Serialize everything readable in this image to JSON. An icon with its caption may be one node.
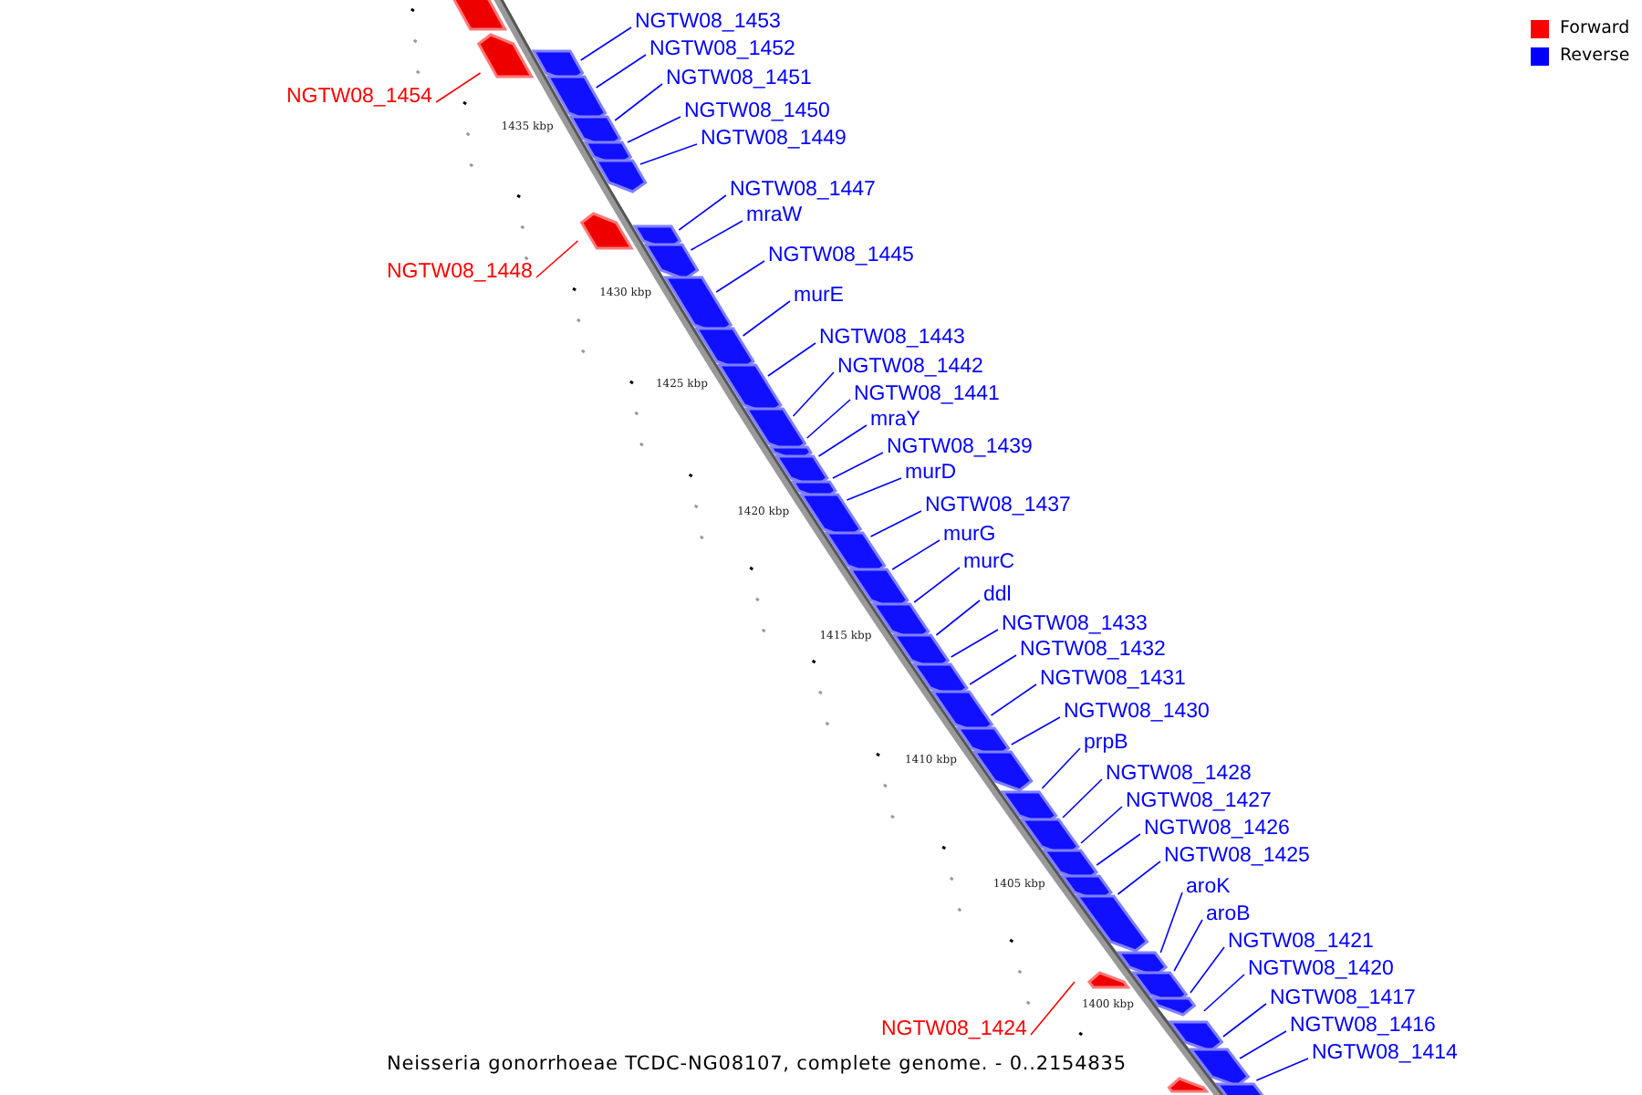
{
  "diagram": {
    "caption": "Neisseria gonorrhoeae TCDC-NG08107, complete genome. - 0..2154835",
    "nodes": [
      {
        "text": [
          "NGTW08_1453"
        ]
      },
      {
        "text": [
          "NGTW08_1452"
        ]
      },
      {
        "text": [
          "NGTW08_1451"
        ]
      },
      {
        "text": [
          "NGTW08_1454"
        ]
      },
      {
        "text": [
          "NGTW08_1450"
        ]
      },
      {
        "text": [
          "NGTW08_1449"
        ]
      },
      {
        "text": [
          "NGTW08_1447"
        ]
      },
      {
        "text": [
          "mraW"
        ]
      },
      {
        "text": [
          "NGTW08_1448"
        ]
      },
      {
        "text": [
          "NGTW08_1445"
        ]
      },
      {
        "text": [
          "murE"
        ]
      },
      {
        "text": [
          "NGTW08_1443"
        ]
      },
      {
        "text": [
          "NGTW08_1442"
        ]
      },
      {
        "text": [
          "NGTW08_1441"
        ]
      },
      {
        "text": [
          "mraY"
        ]
      },
      {
        "text": [
          "NGTW08_1439"
        ]
      },
      {
        "text": [
          "murD"
        ]
      },
      {
        "text": [
          "NGTW08_1437"
        ]
      },
      {
        "text": [
          "murG"
        ]
      },
      {
        "text": [
          "murC"
        ]
      },
      {
        "text": [
          "ddl"
        ]
      },
      {
        "text": [
          "NGTW08_1433"
        ]
      },
      {
        "text": [
          "NGTW08_1432"
        ]
      },
      {
        "text": [
          "NGTW08_1431"
        ]
      },
      {
        "text": [
          "NGTW08_1430"
        ]
      },
      {
        "text": [
          "prpB"
        ]
      },
      {
        "text": [
          "NGTW08_1428"
        ]
      },
      {
        "text": [
          "NGTW08_1427"
        ]
      },
      {
        "text": [
          "NGTW08_1426"
        ]
      },
      {
        "text": [
          "NGTW08_1425"
        ]
      },
      {
        "text": [
          "aroK"
        ]
      },
      {
        "text": [
          "aroB"
        ]
      },
      {
        "text": [
          "NGTW08_1421"
        ]
      },
      {
        "text": [
          "NGTW08_1420"
        ]
      },
      {
        "text": [
          "NGTW08_1424"
        ]
      },
      {
        "text": [
          "NGTW08_1417"
        ]
      },
      {
        "text": [
          "NGTW08_1416"
        ]
      },
      {
        "text": [
          "NGTW08_1414"
        ]
      }
    ],
    "edges": [
      {
        "from": 0,
        "to": null,
        "arrow": "none"
      },
      {
        "from": 1,
        "to": null,
        "arrow": "none"
      },
      {
        "from": 2,
        "to": null,
        "arrow": "none"
      },
      {
        "from": 3,
        "to": null,
        "arrow": "none",
        "color": "#ff0000"
      },
      {
        "from": 4,
        "to": null,
        "arrow": "none"
      },
      {
        "from": 5,
        "to": null,
        "arrow": "none"
      },
      {
        "from": 6,
        "to": null,
        "arrow": "none"
      },
      {
        "from": 7,
        "to": null,
        "arrow": "none"
      },
      {
        "from": 8,
        "to": null,
        "arrow": "none",
        "color": "#ff0000"
      },
      {
        "from": 9,
        "to": null,
        "arrow": "none"
      },
      {
        "from": 10,
        "to": null,
        "arrow": "none"
      },
      {
        "from": 11,
        "to": null,
        "arrow": "none"
      },
      {
        "from": 12,
        "to": null,
        "arrow": "none"
      },
      {
        "from": 13,
        "to": null,
        "arrow": "none"
      },
      {
        "from": 14,
        "to": null,
        "arrow": "none"
      },
      {
        "from": 15,
        "to": null,
        "arrow": "none"
      },
      {
        "from": 16,
        "to": null,
        "arrow": "none"
      },
      {
        "from": 17,
        "to": null,
        "arrow": "none"
      },
      {
        "from": 18,
        "to": null,
        "arrow": "none"
      },
      {
        "from": 19,
        "to": null,
        "arrow": "none"
      },
      {
        "from": 20,
        "to": null,
        "arrow": "none"
      },
      {
        "from": 21,
        "to": null,
        "arrow": "none"
      },
      {
        "from": 22,
        "to": null,
        "arrow": "none"
      },
      {
        "from": 23,
        "to": null,
        "arrow": "none"
      },
      {
        "from": 24,
        "to": null,
        "arrow": "none"
      },
      {
        "from": 25,
        "to": null,
        "arrow": "none"
      },
      {
        "from": 26,
        "to": null,
        "arrow": "none"
      },
      {
        "from": 27,
        "to": null,
        "arrow": "none"
      },
      {
        "from": 28,
        "to": null,
        "arrow": "none"
      },
      {
        "from": 29,
        "to": null,
        "arrow": "none"
      },
      {
        "from": 30,
        "to": null,
        "arrow": "none"
      },
      {
        "from": 31,
        "to": null,
        "arrow": "none"
      },
      {
        "from": 32,
        "to": null,
        "arrow": "none"
      },
      {
        "from": 33,
        "to": null,
        "arrow": "none"
      },
      {
        "from": 34,
        "to": null,
        "arrow": "none",
        "color": "#ff0000"
      },
      {
        "from": 35,
        "to": null,
        "arrow": "none"
      },
      {
        "from": 36,
        "to": null,
        "arrow": "none"
      },
      {
        "from": 37,
        "to": null,
        "arrow": "none"
      }
    ],
    "labels": [
      "1435 kbp",
      "1430 kbp",
      "1425 kbp",
      "1420 kbp",
      "1415 kbp",
      "1410 kbp",
      "1405 kbp",
      "1400 kbp"
    ],
    "legend": [
      {
        "text": "Forward",
        "color": "#ff0000"
      },
      {
        "text": "Reverse",
        "color": "#0000ff"
      }
    ]
  }
}
